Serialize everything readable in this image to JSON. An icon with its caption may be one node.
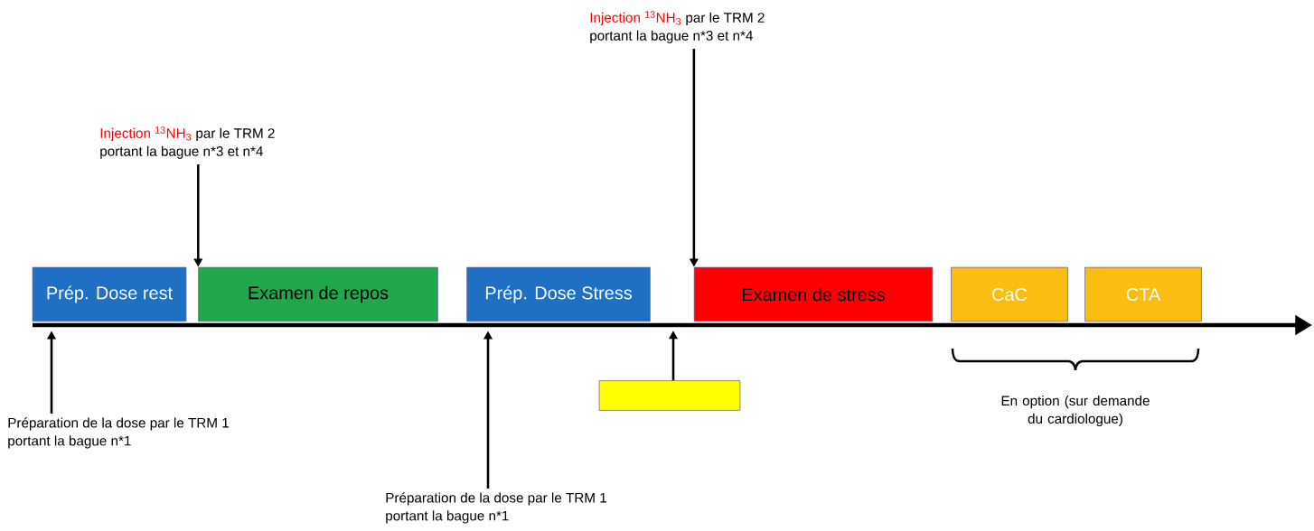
{
  "diagram": {
    "nodes": [
      {
        "text": [
          "Prép. Dose rest"
        ]
      },
      {
        "text": [
          "Examen de repos"
        ]
      },
      {
        "text": [
          "Prép. Dose Stress"
        ]
      },
      {
        "text": [
          "Examen de stress"
        ]
      },
      {
        "text": [
          "CaC"
        ]
      },
      {
        "text": [
          "CTA"
        ]
      },
      {
        "text": [],
        "shape": "box"
      },
      {
        "text": [
          "Injection $^{13}$NH$_{3}$",
          "par le TRM 2 portant la bague n*3 et n*4"
        ]
      },
      {
        "text": [
          "Injection $^{13}$NH$_{3}$",
          "par le TRM 2 portant la bague n*3 et n*4"
        ]
      },
      {
        "text": [
          "Préparation de la dose par le TRM 1 portant la bague n*1"
        ]
      },
      {
        "text": [
          "Préparation de la dose par le TRM 1 portant la bague n*1"
        ]
      }
    ],
    "edges": [
      {
        "from": 7,
        "to": 1,
        "arrow": "to"
      },
      {
        "from": 8,
        "to": 3,
        "arrow": "to"
      },
      {
        "from": 9,
        "to": 0,
        "arrow": "to"
      },
      {
        "from": 10,
        "to": 2,
        "arrow": "to"
      },
      {
        "from": 6,
        "to": null,
        "arrow": "to"
      }
    ],
    "labels": [
      "En option (sur demande du cardiologue)"
    ]
  }
}
